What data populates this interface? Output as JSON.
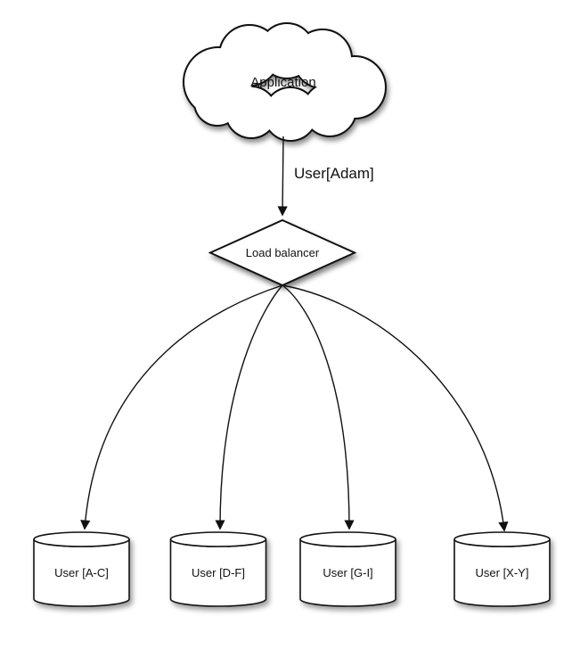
{
  "diagram": {
    "background_color": "#ffffff",
    "stroke_color": "#111111",
    "shape_fill_color": "#ffffff",
    "application": {
      "label": "Application"
    },
    "request_edge": {
      "label": "User[Adam]"
    },
    "load_balancer": {
      "label": "Load balancer"
    },
    "shards": [
      {
        "label": "User [A-C]"
      },
      {
        "label": "User [D-F]"
      },
      {
        "label": "User [G-I]"
      },
      {
        "label": "User [X-Y]"
      }
    ]
  }
}
